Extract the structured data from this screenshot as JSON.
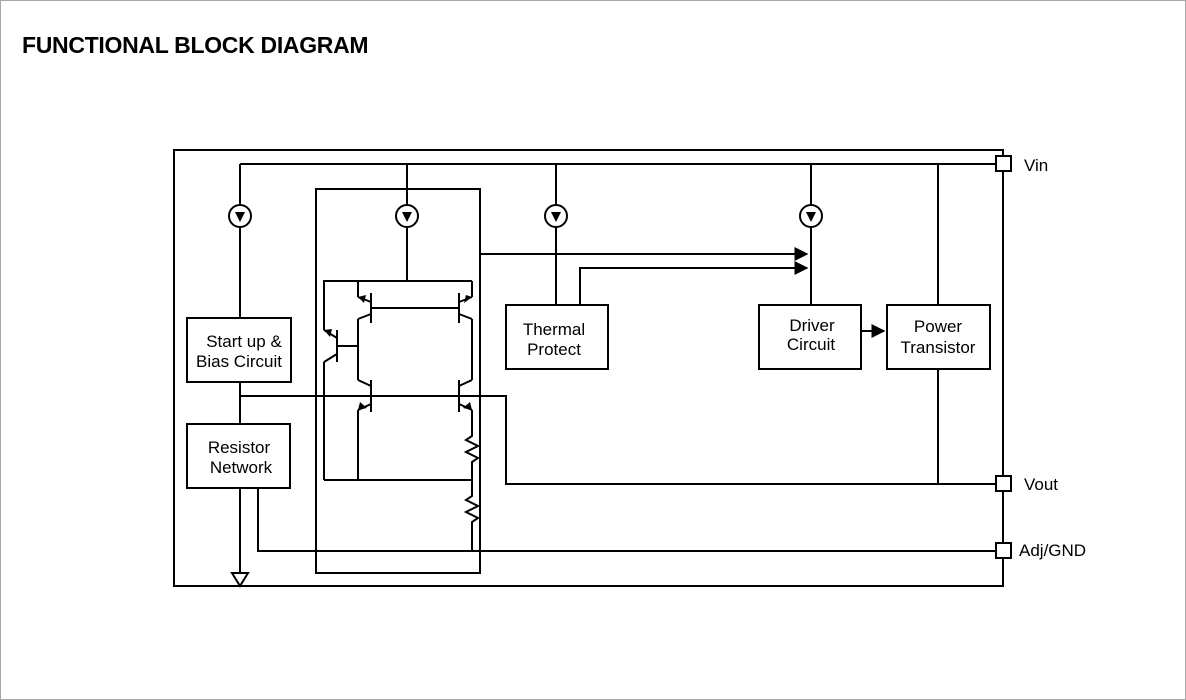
{
  "title": "FUNCTIONAL BLOCK DIAGRAM",
  "blocks": {
    "startup": [
      "Start up &",
      "Bias Circuit"
    ],
    "resistor": [
      "Resistor",
      "Network"
    ],
    "thermal": [
      "Thermal",
      "Protect"
    ],
    "driver": [
      "Driver",
      "Circuit"
    ],
    "power": [
      "Power",
      "Transistor"
    ]
  },
  "pins": {
    "vin": "Vin",
    "vout": "Vout",
    "adj": "Adj/GND"
  }
}
